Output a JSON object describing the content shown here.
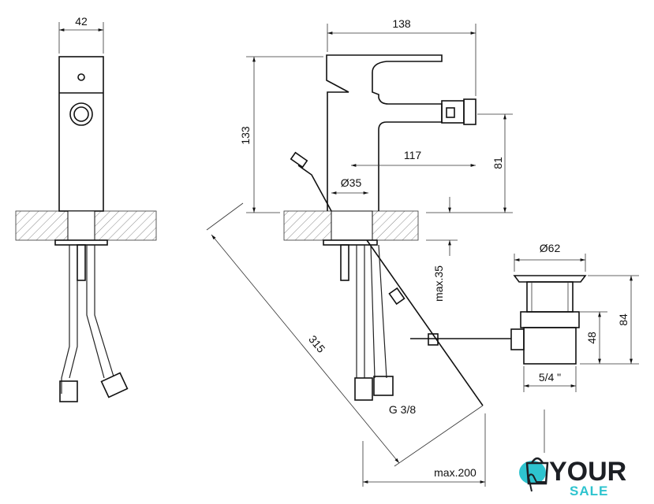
{
  "drawing": {
    "dimensions": {
      "side_width": "42",
      "total_length": "138",
      "height": "133",
      "spout_reach": "117",
      "spout_height": "81",
      "hole_diameter": "Ø35",
      "max_thickness": "max.35",
      "drain_diameter": "Ø62",
      "drain_height": "84",
      "drain_body_height": "48",
      "drain_thread": "5/4 \"",
      "rod_length": "315",
      "hose_thread": "G 3/8",
      "max_distance": "max.200"
    }
  },
  "logo": {
    "line1": "YOUR",
    "line2": "SALE",
    "accent": "#2ec4cf",
    "dark": "#1c1f24"
  }
}
